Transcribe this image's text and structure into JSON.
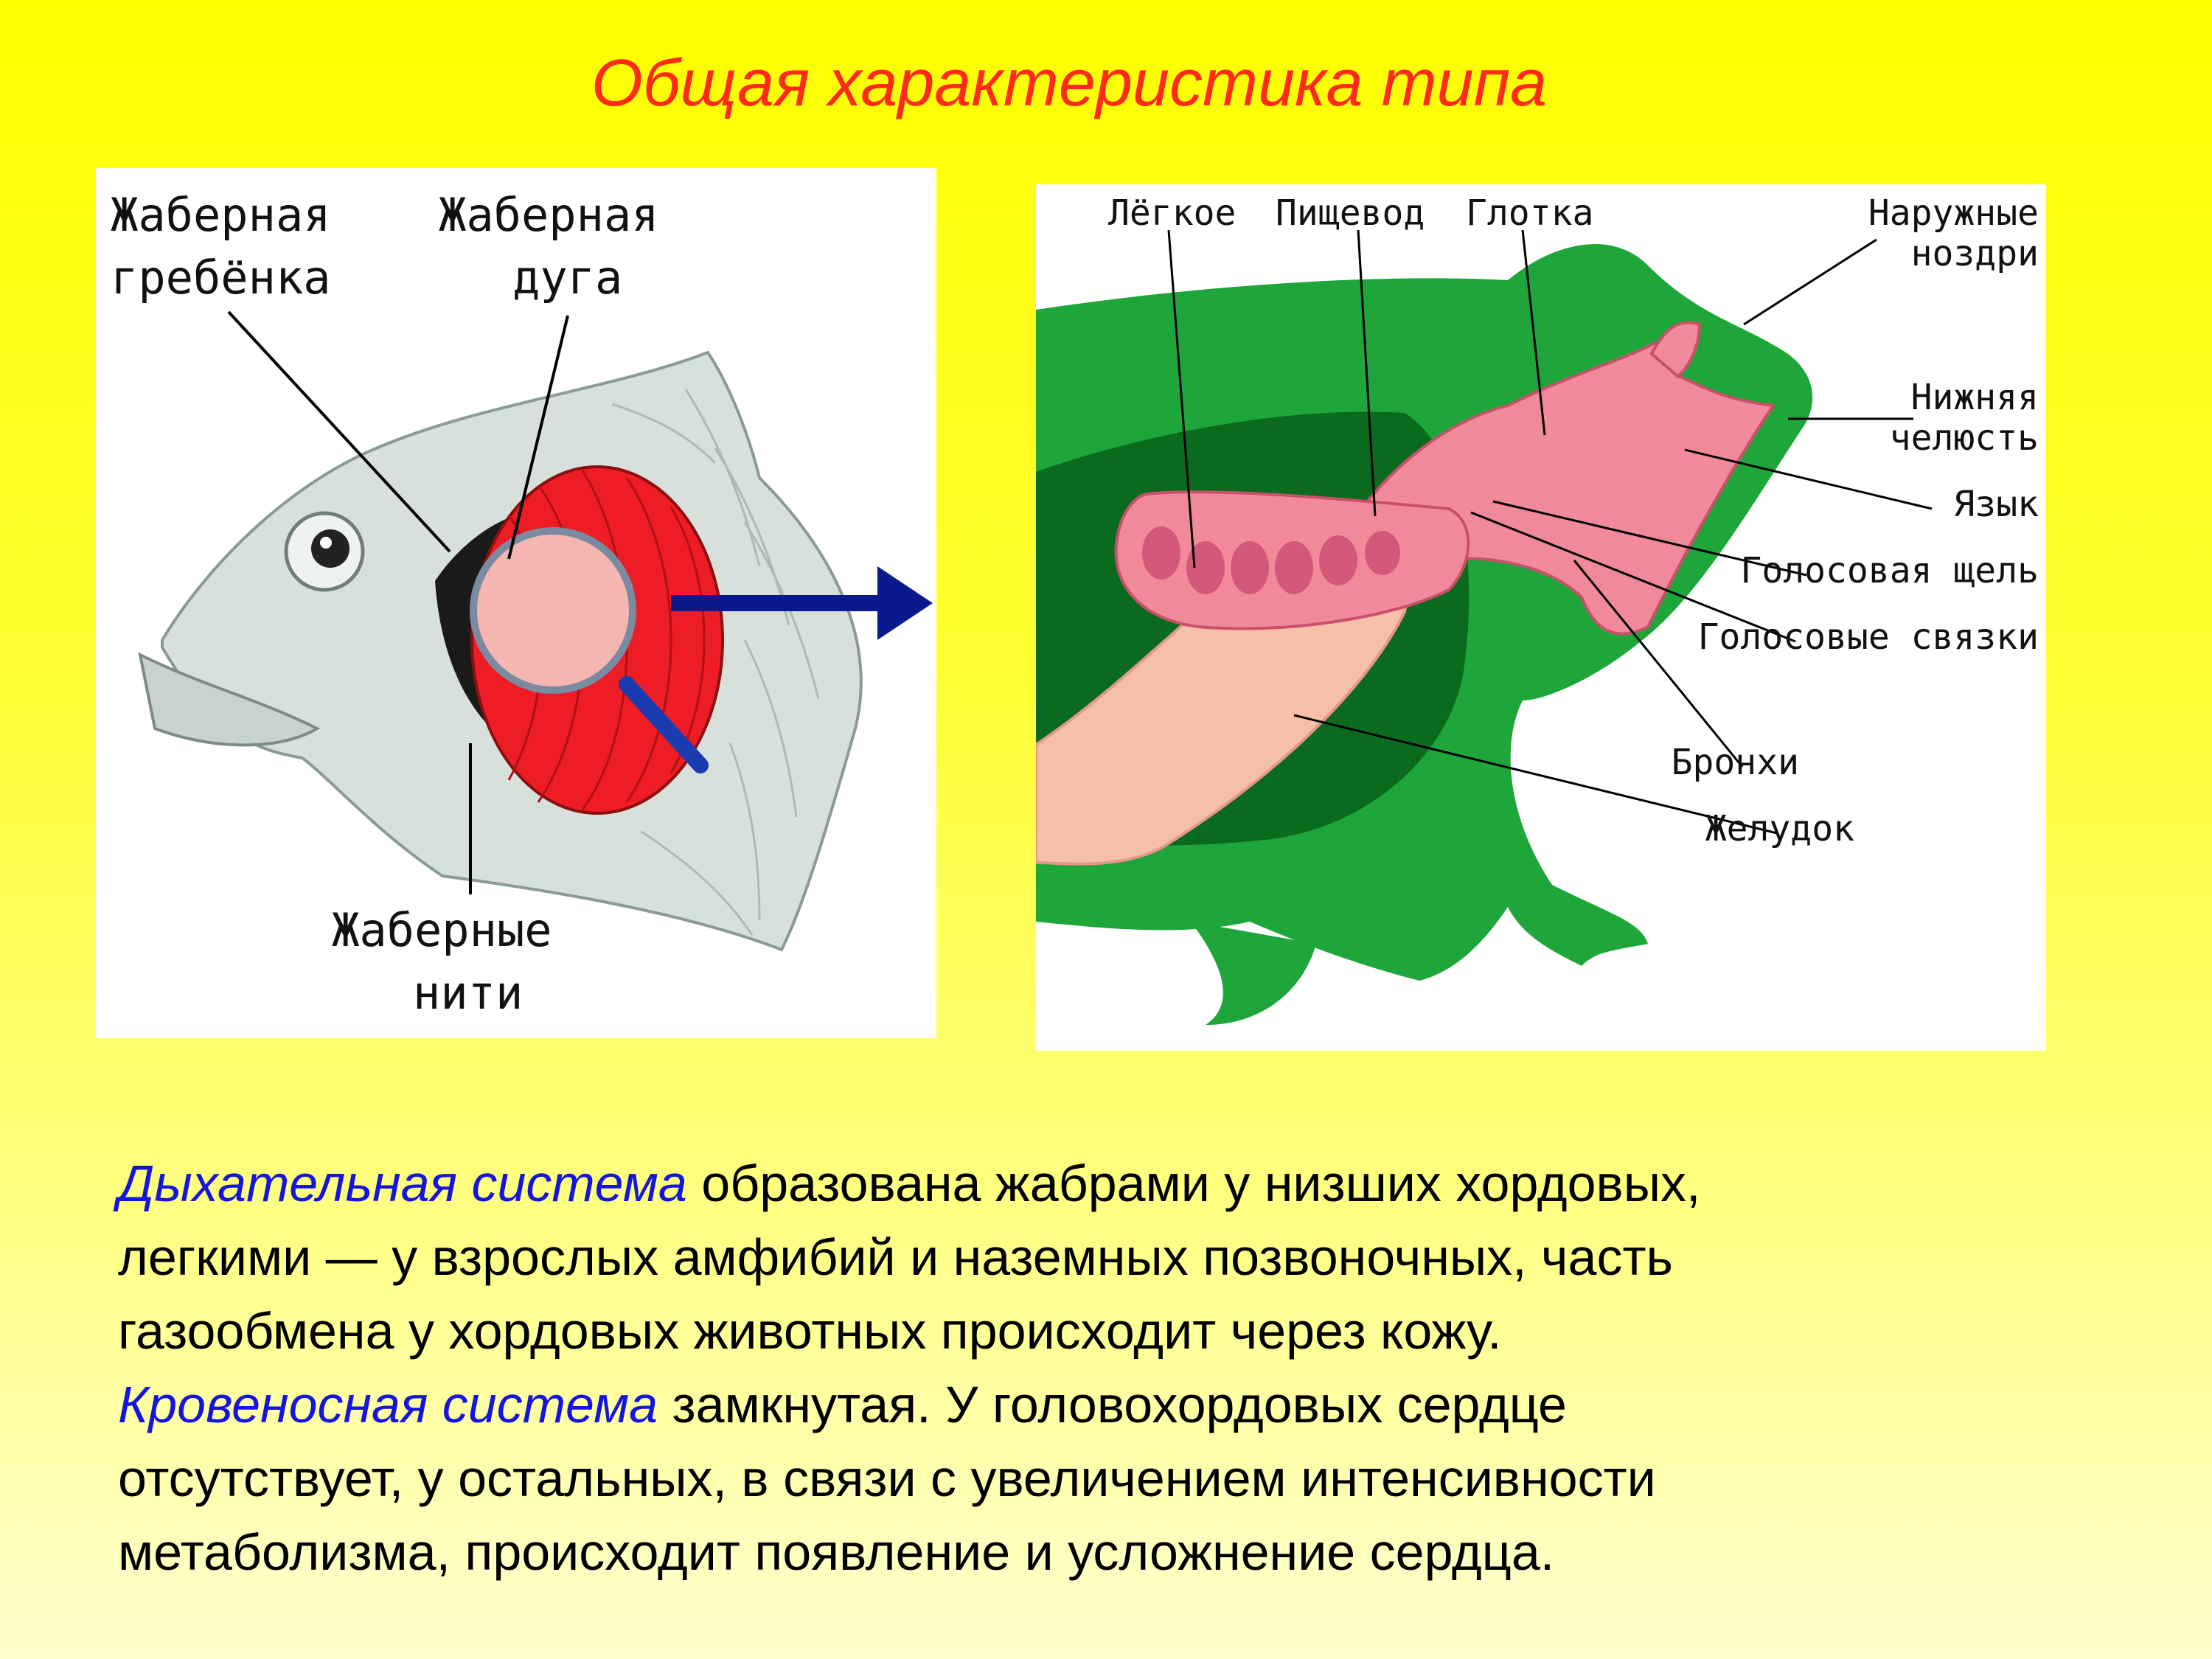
{
  "title": "Общая характеристика типа",
  "fish_diagram": {
    "labels": {
      "gill_rakers": [
        "Жаберная",
        "гребёнка"
      ],
      "gill_arch": [
        "Жаберная",
        "дуга"
      ],
      "gill_filaments": [
        "Жаберные",
        "нити"
      ]
    },
    "colors": {
      "gill": "#ee1c24",
      "arrow": "#0a1a8c",
      "scales": "#b8c4c0"
    }
  },
  "frog_diagram": {
    "labels": {
      "lung": "Лёгкое",
      "esophagus": "Пищевод",
      "pharynx": "Глотка",
      "nostrils": [
        "Наружные",
        "ноздри"
      ],
      "lower_jaw": [
        "Нижняя",
        "челюсть"
      ],
      "tongue": "Язык",
      "glottis": "Голосовая щель",
      "vocal_cords": "Голосовые связки",
      "bronchi": "Бронхи",
      "stomach": "Желудок"
    },
    "colors": {
      "body": "#1fa63a",
      "dark": "#0a6a1e",
      "organ": "#f08a9a",
      "stomach": "#f6c0a8"
    }
  },
  "paragraph1": {
    "term": "Дыхательная система",
    "lines": [
      " образована жабрами у низших хордовых,",
      "легкими — у взрослых амфибий и наземных позвоночных, часть",
      "газообмена у хордовых животных происходит через кожу."
    ]
  },
  "paragraph2": {
    "term": "Кровеносная система",
    "lines": [
      " замкнутая. У головохордовых сердце",
      "отсутствует, у остальных, в связи с увеличением интенсивности",
      "метаболизма, происходит появление и усложнение сердца."
    ]
  },
  "colors": {
    "title": "#ff2a1a",
    "highlight": "#1515dd",
    "background": "#ffff00"
  }
}
